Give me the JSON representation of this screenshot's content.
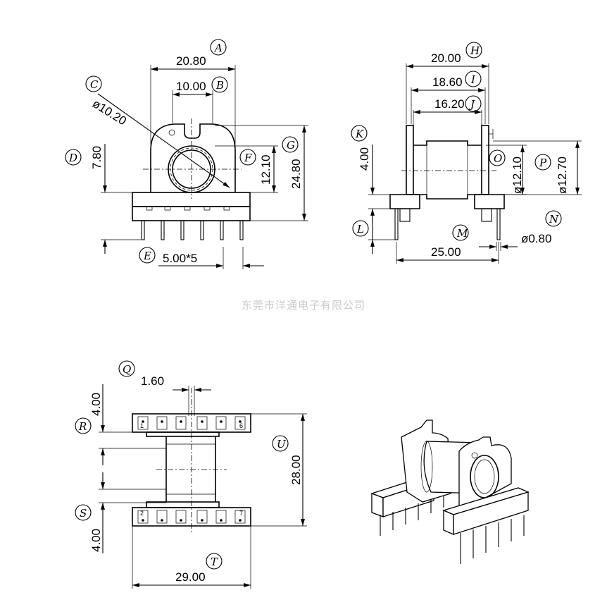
{
  "watermark": "东莞市洋通电子有限公司",
  "front_view": {
    "dim_A": "20.80",
    "label_A": "A",
    "dim_B": "10.00",
    "label_B": "B",
    "dim_C": "ø10.20",
    "label_C": "C",
    "dim_D": "7.80",
    "label_D": "D",
    "dim_E": "5.00*5",
    "label_E": "E",
    "dim_F": "12.10",
    "label_F": "F",
    "dim_G": "24.80",
    "label_G": "G"
  },
  "side_view": {
    "dim_H": "20.00",
    "label_H": "H",
    "dim_I": "18.60",
    "label_I": "I",
    "dim_J": "16.20",
    "label_J": "J",
    "dim_K": "4.00",
    "label_K": "K",
    "label_L": "L",
    "dim_M": "25.00",
    "label_M": "M",
    "dim_N": "ø0.80",
    "label_N": "N",
    "dim_O": "ø12.10",
    "label_O": "O",
    "dim_P": "ø12.70",
    "label_P": "P"
  },
  "top_view": {
    "dim_Q": "1.60",
    "label_Q": "Q",
    "dim_R": "4.00",
    "label_R": "R",
    "dim_S": "4.00",
    "label_S": "S",
    "dim_T": "29.00",
    "label_T": "T",
    "dim_U": "28.00",
    "label_U": "U",
    "pin_labels": [
      "1",
      "6",
      "2",
      "7"
    ]
  }
}
